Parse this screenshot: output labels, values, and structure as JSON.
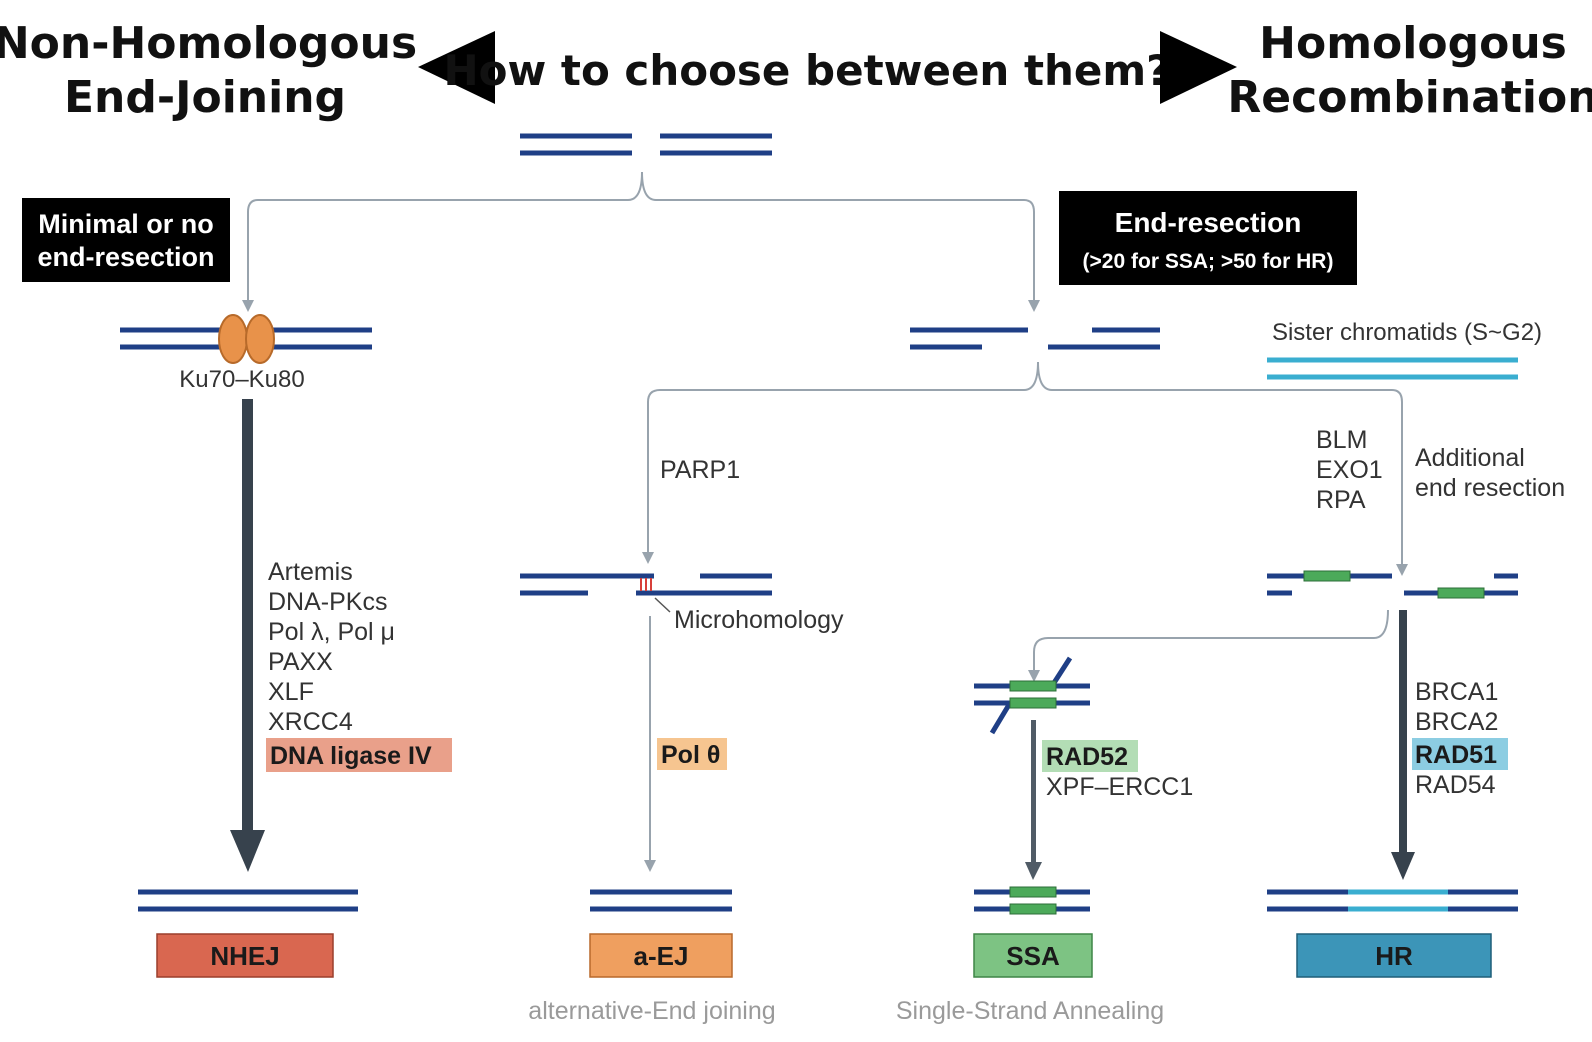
{
  "header": {
    "left_line1": "Non-Homologous",
    "left_line2": "End-Joining",
    "question": "How to choose between them?",
    "right_line1": "Homologous",
    "right_line2": "Recombination"
  },
  "branches": {
    "minimal_line1": "Minimal or no",
    "minimal_line2": "end-resection",
    "resection_line1": "End-resection",
    "resection_line2": "(>20 for SSA; >50 for HR)"
  },
  "labels": {
    "ku": "Ku70–Ku80",
    "sister": "Sister chromatids (S~G2)",
    "parp1": "PARP1",
    "blm": "BLM",
    "exo1": "EXO1",
    "rpa": "RPA",
    "additional1": "Additional",
    "additional2": "end resection",
    "microhomology": "Microhomology"
  },
  "nhej_factors": [
    "Artemis",
    "DNA-PKcs",
    "Pol λ, Pol μ",
    "PAXX",
    "XLF",
    "XRCC4"
  ],
  "nhej_key": "DNA ligase IV",
  "aej_key": "Pol θ",
  "ssa_key": "RAD52",
  "ssa_factor": "XPF–ERCC1",
  "hr_factors": [
    "BRCA1",
    "BRCA2"
  ],
  "hr_key": "RAD51",
  "hr_factor_last": "RAD54",
  "pathways": {
    "nhej": "NHEJ",
    "aej": "a-EJ",
    "ssa": "SSA",
    "hr": "HR"
  },
  "captions": {
    "aej": "alternative-End joining",
    "ssa": "Single-Strand Annealing"
  },
  "colors": {
    "dna": "#1f3f86",
    "sister": "#3aaed0",
    "nhej": "#d96750",
    "aej": "#ef9f5f",
    "ssa": "#7dc383",
    "hr": "#3c95b8",
    "ku": "#e8924a",
    "homology": "#4caa5a",
    "hl_nhej": "#e9a08a",
    "hl_aej": "#f6c590",
    "hl_ssa": "#b3ddb5",
    "hl_hr": "#8ccde2"
  }
}
